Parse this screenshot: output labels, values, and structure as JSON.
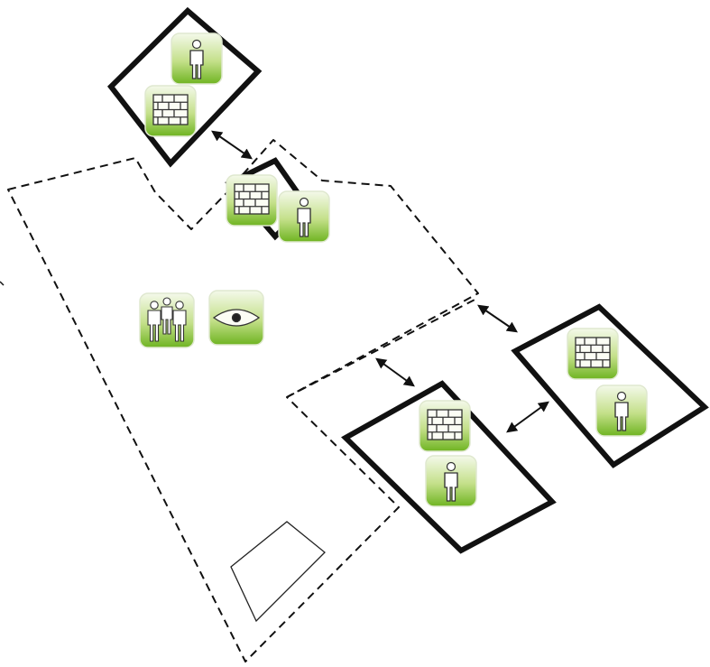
{
  "diagram": {
    "regions": [
      {
        "id": "main-area",
        "style": "dashed"
      },
      {
        "id": "lower-area",
        "style": "dashed"
      },
      {
        "id": "top-room",
        "style": "solid-bold"
      },
      {
        "id": "middle-room",
        "style": "solid-bold"
      },
      {
        "id": "lower-right-room",
        "style": "solid-bold"
      },
      {
        "id": "right-room",
        "style": "solid-bold"
      },
      {
        "id": "small-room",
        "style": "solid-thin"
      }
    ],
    "icons": [
      {
        "id": "top-person",
        "icon": "person-icon",
        "room": "top-room"
      },
      {
        "id": "top-wall",
        "icon": "brick-wall-icon",
        "room": "top-room"
      },
      {
        "id": "middle-wall",
        "icon": "brick-wall-icon",
        "room": "middle-room"
      },
      {
        "id": "middle-person",
        "icon": "person-icon",
        "room": "middle-room"
      },
      {
        "id": "group",
        "icon": "group-of-people-icon",
        "room": "main-area"
      },
      {
        "id": "eye",
        "icon": "eye-icon",
        "room": "main-area"
      },
      {
        "id": "lower-wall",
        "icon": "brick-wall-icon",
        "room": "lower-right-room"
      },
      {
        "id": "lower-person",
        "icon": "person-icon",
        "room": "lower-right-room"
      },
      {
        "id": "right-wall",
        "icon": "brick-wall-icon",
        "room": "right-room"
      },
      {
        "id": "right-person",
        "icon": "person-icon",
        "room": "right-room"
      }
    ],
    "connections": [
      {
        "from": "top-room",
        "to": "middle-room",
        "type": "double-arrow"
      },
      {
        "from": "main-area",
        "to": "right-room",
        "type": "double-arrow"
      },
      {
        "from": "lower-area",
        "to": "lower-right-room",
        "type": "double-arrow"
      },
      {
        "from": "lower-right-room",
        "to": "right-room",
        "type": "double-arrow"
      }
    ],
    "colors": {
      "tile_top": "#f2f8e6",
      "tile_bottom": "#7cbf2a",
      "line": "#111111"
    }
  }
}
